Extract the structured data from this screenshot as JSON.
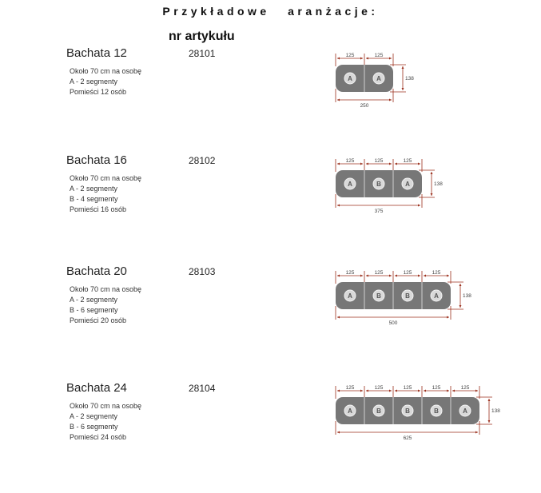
{
  "page_title": "Przykładowe aranżacje:",
  "column_header": "nr artykułu",
  "colors": {
    "segment_fill": "#777777",
    "segment_border": "#cfcfcf",
    "circle_fill": "#d9d9d9",
    "dimension_line": "#9b2f1c"
  },
  "arrangements": [
    {
      "name": "Bachata 12",
      "article": "28101",
      "details": [
        "Około 70 cm na osobę",
        "A - 2 segmenty",
        "Pomieści 12 osób"
      ],
      "segments": [
        "A",
        "A"
      ],
      "segment_width": "125",
      "height": "138",
      "total": "250"
    },
    {
      "name": "Bachata 16",
      "article": "28102",
      "details": [
        "Około 70 cm na osobę",
        "A - 2 segmenty",
        "B - 4 segmenty",
        "Pomieści  16 osób"
      ],
      "segments": [
        "A",
        "B",
        "A"
      ],
      "segment_width": "125",
      "height": "138",
      "total": "375"
    },
    {
      "name": "Bachata 20",
      "article": "28103",
      "details": [
        "Około 70 cm na osobę",
        "A - 2 segmenty",
        "B - 6 segmenty",
        "Pomieści 20 osób"
      ],
      "segments": [
        "A",
        "B",
        "B",
        "A"
      ],
      "segment_width": "125",
      "height": "138",
      "total": "500"
    },
    {
      "name": "Bachata 24",
      "article": "28104",
      "details": [
        "Około 70 cm na osobę",
        "A - 2 segmenty",
        "B - 6 segmenty",
        "Pomieści 24 osób"
      ],
      "segments": [
        "A",
        "B",
        "B",
        "B",
        "A"
      ],
      "segment_width": "125",
      "height": "138",
      "total": "625"
    }
  ]
}
